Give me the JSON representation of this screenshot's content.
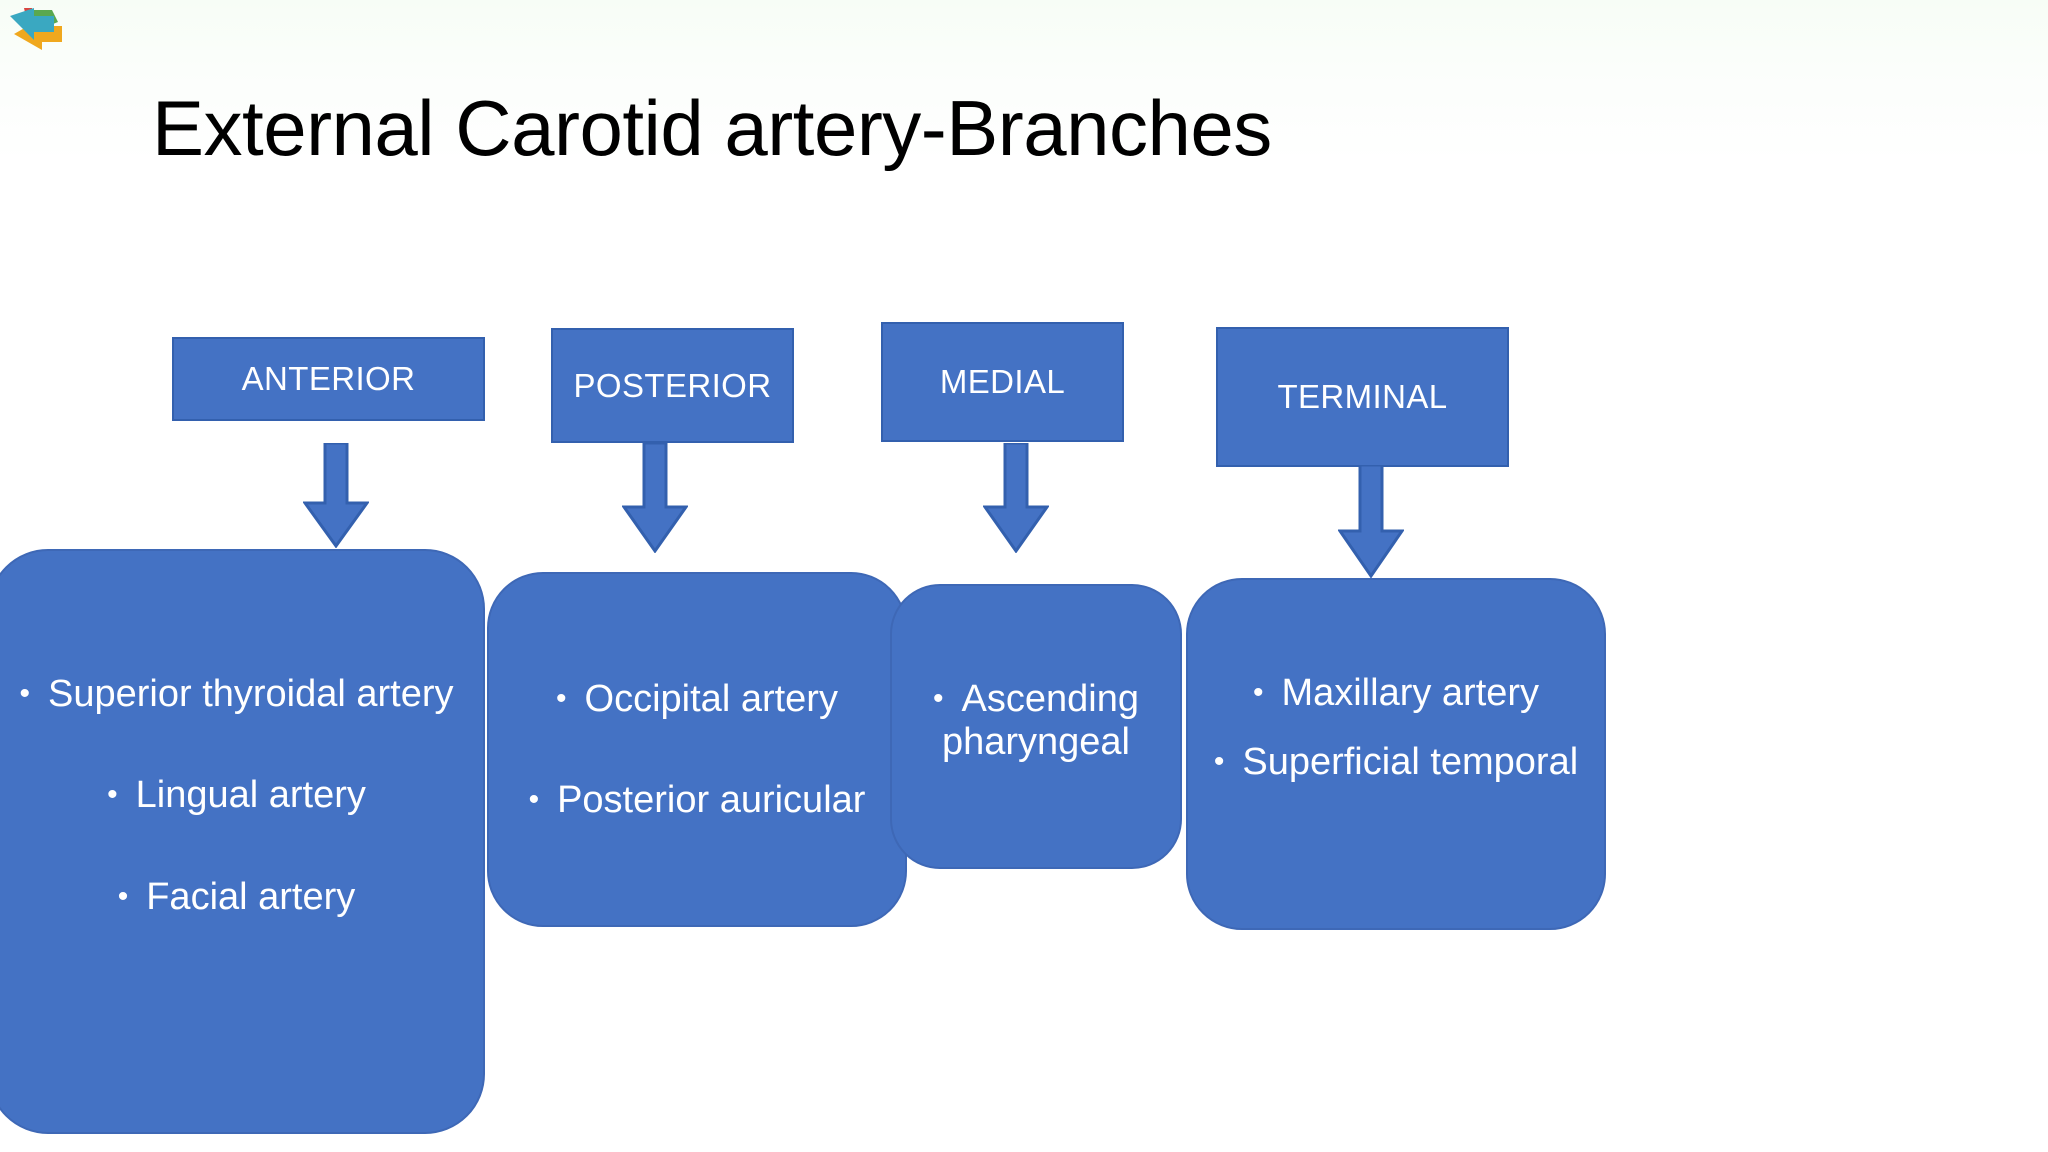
{
  "slide": {
    "title": "External Carotid artery-Branches",
    "background_color": "#ffffff",
    "accent_color": "#4472C4",
    "text_color": "#ffffff"
  },
  "logo": {
    "name": "multicolor-arrow-logo",
    "colors": [
      "#3aa8c1",
      "#f0a81e",
      "#5aa84f",
      "#d9443f"
    ]
  },
  "headers": [
    {
      "label": "ANTERIOR"
    },
    {
      "label": "POSTERIOR"
    },
    {
      "label": "MEDIAL"
    },
    {
      "label": "TERMINAL"
    }
  ],
  "connectors": [
    {
      "name": "arrow-anterior"
    },
    {
      "name": "arrow-posterior"
    },
    {
      "name": "arrow-medial"
    },
    {
      "name": "arrow-terminal"
    }
  ],
  "cards": [
    {
      "group": "ANTERIOR",
      "items": [
        "Superior thyroidal artery",
        "Lingual artery",
        "Facial artery"
      ]
    },
    {
      "group": "POSTERIOR",
      "items": [
        "Occipital artery",
        "Posterior auricular"
      ]
    },
    {
      "group": "MEDIAL",
      "items": [
        "Ascending pharyngeal"
      ]
    },
    {
      "group": "TERMINAL",
      "items": [
        "Maxillary artery",
        "Superficial temporal"
      ]
    }
  ],
  "bullet_glyph": "•"
}
